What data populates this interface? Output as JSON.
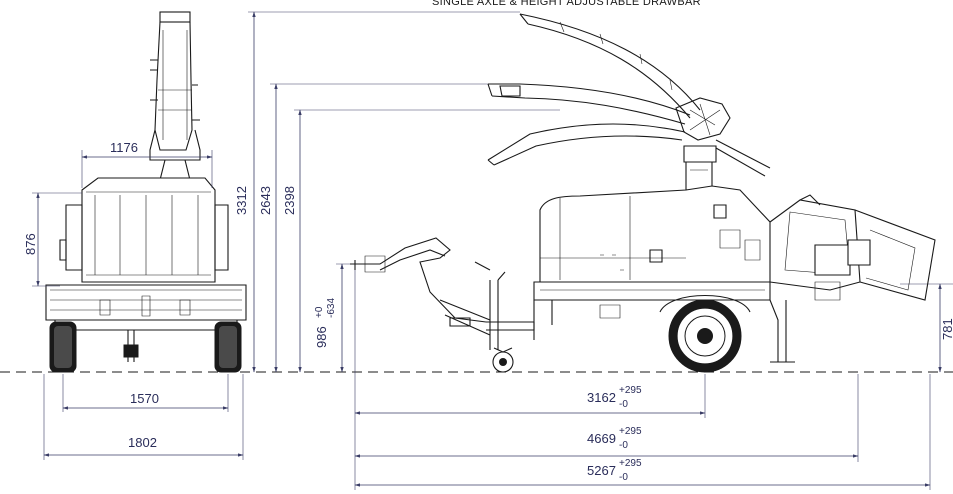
{
  "header": {
    "caption": "SINGLE AXLE & HEIGHT ADJUSTABLE DRAWBAR"
  },
  "dimensions": {
    "width_1176": "1176",
    "height_876": "876",
    "height_3312": "3312",
    "height_2643": "2643",
    "height_2398": "2398",
    "drawbar_986": "986",
    "drawbar_986_tol_upper": "+0",
    "drawbar_986_tol_lower": "-634",
    "height_781": "781",
    "track_1570": "1570",
    "width_1802": "1802",
    "length_3162": "3162",
    "length_3162_tol_upper": "+295",
    "length_3162_tol_lower": "-0",
    "length_4669": "4669",
    "length_4669_tol_upper": "+295",
    "length_4669_tol_lower": "-0",
    "length_5267": "5267",
    "length_5267_tol_upper": "+295",
    "length_5267_tol_lower": "-0"
  },
  "colors": {
    "dimension": "#2a2d5a",
    "machine": "#1a1a1a"
  }
}
